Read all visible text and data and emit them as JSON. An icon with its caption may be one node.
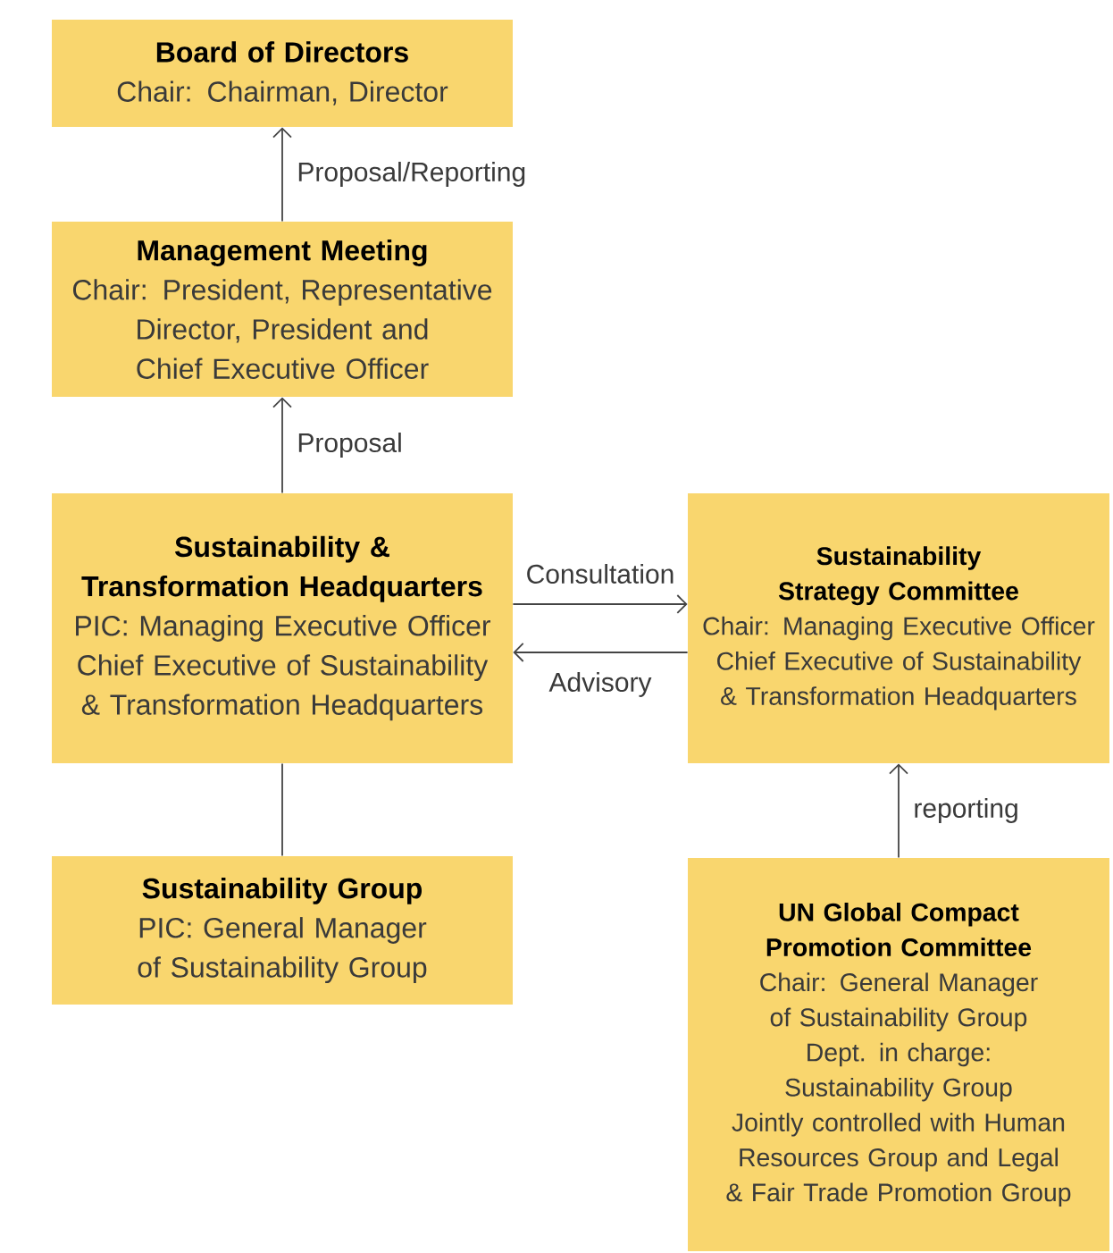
{
  "diagram": {
    "nodes": [
      {
        "text": [
          "Board of Directors",
          "Chair: Chairman, Director"
        ]
      },
      {
        "text": [
          "Management Meeting",
          "Chair: President, Representative Director, President and Chief Executive Officer"
        ]
      },
      {
        "text": [
          "Sustainability & Transformation Headquarters",
          "PIC: Managing Executive Officer",
          "Chief Executive of Sustainability & Transformation Headquarters"
        ]
      },
      {
        "text": [
          "Sustainability Group",
          "PIC: General Manager of Sustainability Group"
        ]
      },
      {
        "text": [
          "Sustainability Strategy Committee",
          "Chair: Managing Executive Officer",
          "Chief Executive of Sustainability & Transformation Headquarters"
        ]
      },
      {
        "text": [
          "UN Global Compact Promotion Committee",
          "Chair: General Manager of Sustainability Group",
          "Dept. in charge: Sustainability Group",
          "Jointly controlled with Human Resources Group and Legal & Fair Trade Promotion Group"
        ]
      }
    ],
    "edges": [
      {
        "from": 1,
        "to": 0,
        "arrow": "to",
        "label": "Proposal/Reporting"
      },
      {
        "from": 2,
        "to": 1,
        "arrow": "to",
        "label": "Proposal"
      },
      {
        "from": 2,
        "to": 4,
        "arrow": "to",
        "label": "Consultation"
      },
      {
        "from": 4,
        "to": 2,
        "arrow": "to",
        "label": "Advisory"
      },
      {
        "from": 2,
        "to": 3,
        "arrow": "none"
      },
      {
        "from": 5,
        "to": 4,
        "arrow": "to",
        "label": "reporting"
      }
    ]
  }
}
